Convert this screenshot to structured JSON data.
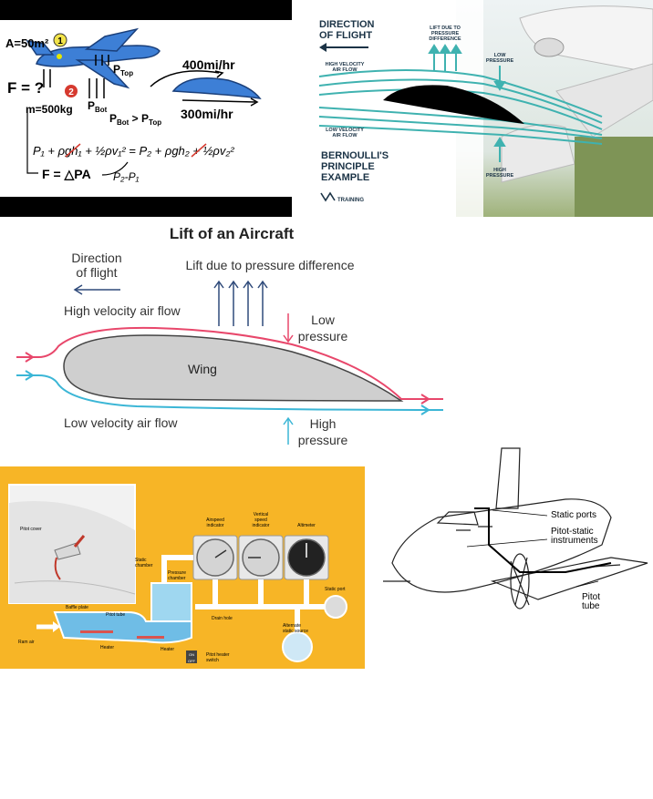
{
  "panel1": {
    "area": "A=50m²",
    "badge1": "1",
    "badge2": "2",
    "force_q": "F = ?",
    "mass": "m=500kg",
    "p_top": "P",
    "p_top_sub": "Top",
    "p_bot": "P",
    "p_bot_sub": "Bot",
    "compare": "P",
    "compare_sub1": "Bot",
    "compare_gt": " > P",
    "compare_sub2": "Top",
    "speed_top": "400mi/hr",
    "speed_bottom": "300mi/hr",
    "equation": "P₁ + ρgh₁ + ½ρv₁² = P₂ + ρgh₂ + ½ρv₂²",
    "force_eq": "F = △PA",
    "dp": "P₂-P₁"
  },
  "panel2": {
    "direction": [
      "DIRECTION",
      "OF FLIGHT"
    ],
    "lift": [
      "LIFT DUE TO",
      "PRESSURE",
      "DIFFERENCE"
    ],
    "high_velocity": [
      "HIGH VELOCITY",
      "AIR FLOW"
    ],
    "low_velocity": [
      "LOW VELOCITY",
      "AIR FLOW"
    ],
    "low_pressure": [
      "LOW",
      "PRESSURE"
    ],
    "high_pressure": [
      "HIGH",
      "PRESSURE"
    ],
    "title": [
      "BERNOULLI'S",
      "PRINCIPLE",
      "EXAMPLE"
    ],
    "brand": "TRAINING"
  },
  "panel3": {
    "title": "Lift of an Aircraft",
    "direction": [
      "Direction",
      "of flight"
    ],
    "lift": "Lift due to pressure difference",
    "high_velocity": "High velocity air flow",
    "low_pressure": [
      "Low",
      "pressure"
    ],
    "wing": "Wing",
    "low_velocity": "Low velocity air flow",
    "high_pressure": [
      "High",
      "pressure"
    ],
    "colors": {
      "high_flow": "#e8476b",
      "low_flow": "#3bb6d6",
      "arrow": "#2f4a7a",
      "wing": "#cfcfcf"
    }
  },
  "panel4": {
    "pitot_cover": "Pitot cover",
    "airspeed": [
      "Airspeed",
      "indicator"
    ],
    "vsi": [
      "Vertical",
      "speed",
      "indicator"
    ],
    "altimeter": "Altimeter",
    "static_chamber": [
      "Static",
      "chamber"
    ],
    "pressure_chamber": [
      "Pressure",
      "chamber"
    ],
    "baffle_plate": "Baffle plate",
    "pitot_tube": "Pitot tube",
    "ram_air": "Ram air",
    "heater1": "Heater",
    "heater2": "Heater",
    "drain_hole": "Drain hole",
    "static_port": "Static port",
    "alternate": [
      "Alternate",
      "static source"
    ],
    "switch": [
      "Pitot heater",
      "switch"
    ],
    "on": "ON",
    "off": "OFF"
  },
  "panel5": {
    "static_ports": "Static ports",
    "instruments": [
      "Pitot-static",
      "instruments"
    ],
    "pitot_tube": [
      "Pitot",
      "tube"
    ]
  }
}
